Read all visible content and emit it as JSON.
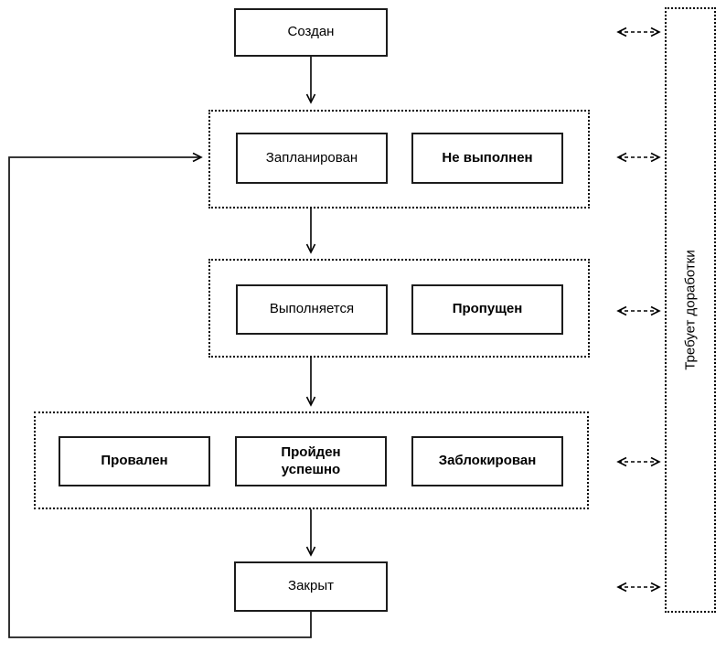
{
  "diagram": {
    "nodes": {
      "created": {
        "label": "Создан"
      },
      "planned": {
        "label": "Запланирован"
      },
      "not_executed": {
        "label": "Не выполнен"
      },
      "in_progress": {
        "label": "Выполняется"
      },
      "skipped": {
        "label": "Пропущен"
      },
      "failed": {
        "label": "Провален"
      },
      "passed": {
        "label": "Пройден успешно"
      },
      "blocked": {
        "label": "Заблокирован"
      },
      "closed": {
        "label": "Закрыт"
      },
      "rework": {
        "label": "Требует доработки"
      }
    },
    "colors": {
      "line": "#000000",
      "background": "#ffffff",
      "node_fill": "#ffffff"
    }
  }
}
